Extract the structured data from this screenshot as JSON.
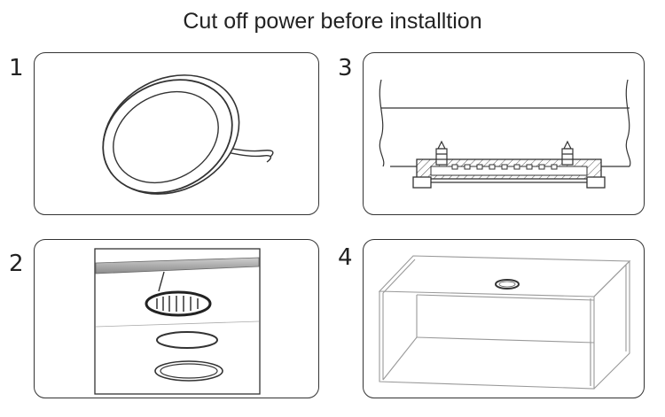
{
  "title": "Cut off power before installtion",
  "steps": [
    {
      "number": "1"
    },
    {
      "number": "2"
    },
    {
      "number": "3"
    },
    {
      "number": "4"
    }
  ],
  "colors": {
    "line": "#333333",
    "hatch": "#555555",
    "shade": "#999999"
  }
}
